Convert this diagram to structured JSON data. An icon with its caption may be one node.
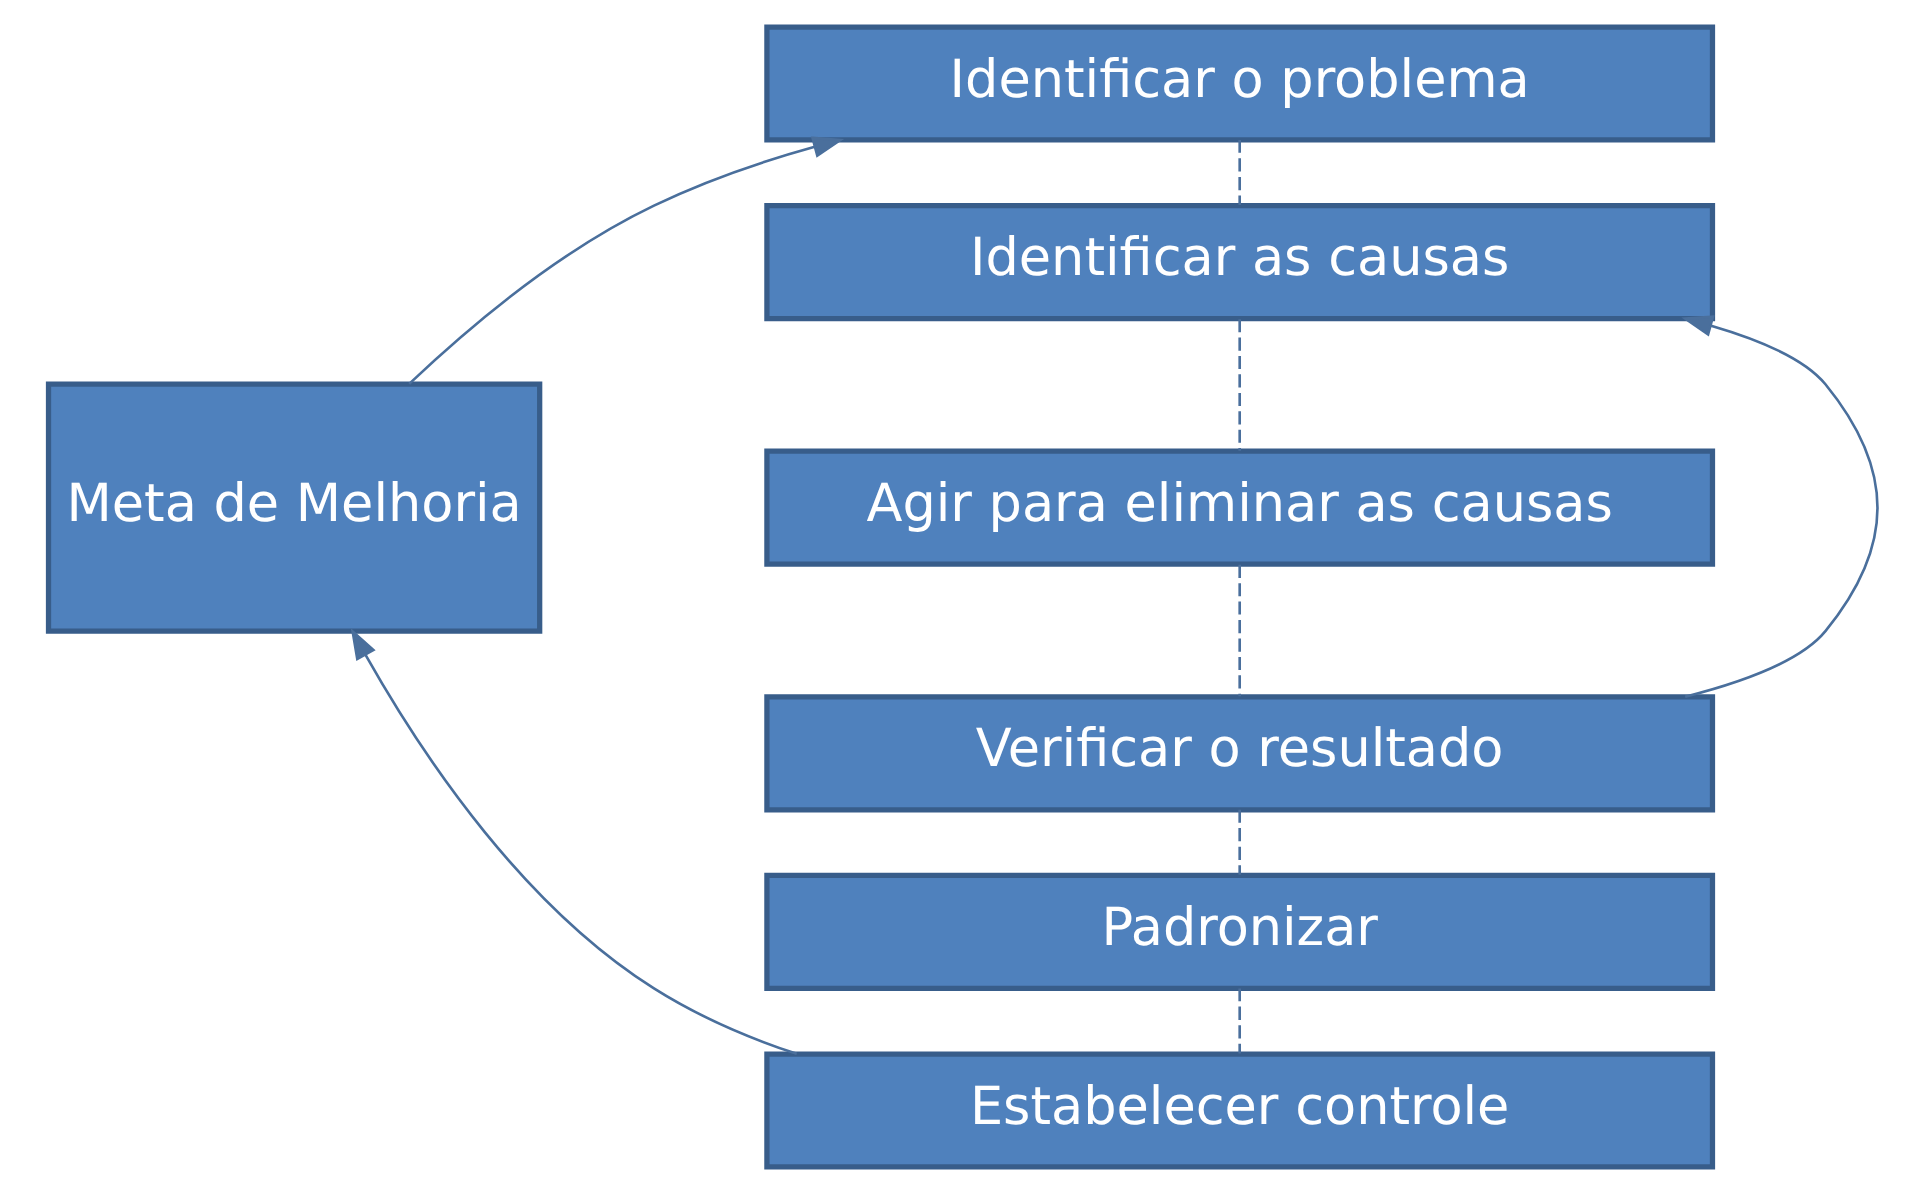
{
  "diagram": {
    "nodes": [
      {
        "text": [
          "Meta de Melhoria"
        ]
      },
      {
        "text": [
          "Identificar o problema"
        ]
      },
      {
        "text": [
          "Identificar as causas"
        ]
      },
      {
        "text": [
          "Agir para eliminar as causas"
        ]
      },
      {
        "text": [
          "Verificar o resultado"
        ]
      },
      {
        "text": [
          "Padronizar"
        ]
      },
      {
        "text": [
          "Estabelecer controle"
        ]
      }
    ],
    "edges": [
      {
        "from": 0,
        "to": 1,
        "arrow": "to"
      },
      {
        "from": 1,
        "to": 2,
        "arrow": "none",
        "style": "dashed"
      },
      {
        "from": 2,
        "to": 3,
        "arrow": "none",
        "style": "dashed"
      },
      {
        "from": 3,
        "to": 4,
        "arrow": "none",
        "style": "dashed"
      },
      {
        "from": 4,
        "to": 5,
        "arrow": "none",
        "style": "dashed"
      },
      {
        "from": 5,
        "to": 6,
        "arrow": "none",
        "style": "dashed"
      },
      {
        "from": 4,
        "to": 2,
        "arrow": "to"
      },
      {
        "from": 6,
        "to": 0,
        "arrow": "to"
      }
    ]
  }
}
